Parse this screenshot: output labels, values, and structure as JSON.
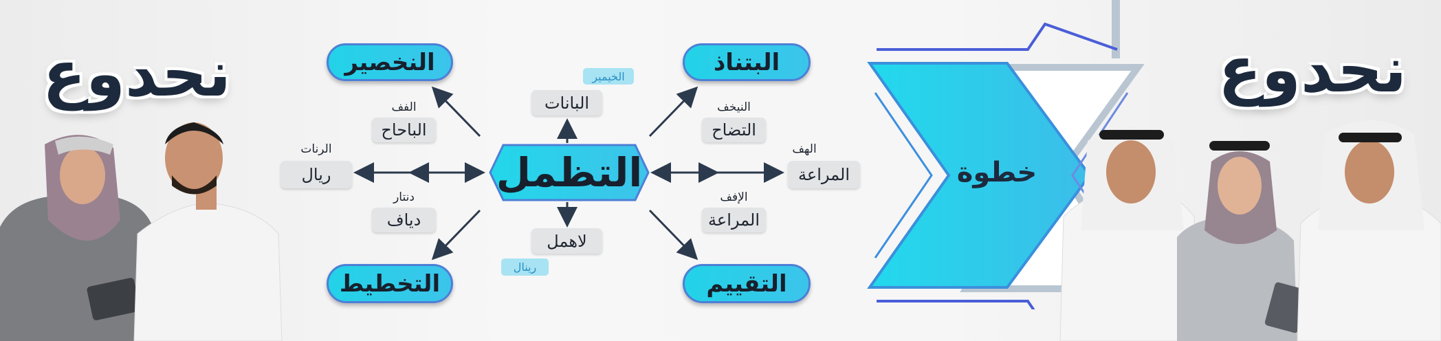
{
  "titles": {
    "left": "نحدوع",
    "right": "نحدوع"
  },
  "center": {
    "label": "التظمل"
  },
  "corner_pills": {
    "top_left": "النخصير",
    "top_right": "البتناذ",
    "bottom_left": "التخطيط",
    "bottom_right": "التقييم"
  },
  "nodes": {
    "top": {
      "box": "البانات",
      "tag": "الخيمير"
    },
    "bottom": {
      "box": "لاهمل",
      "tag": "رينال"
    },
    "upper_left": {
      "label": "الفف",
      "box": "الباحاح"
    },
    "left": {
      "label": "الرنات",
      "box": "ريال"
    },
    "lower_left": {
      "label": "دنتار",
      "box": "دياف"
    },
    "upper_right": {
      "label": "النيخف",
      "box": "التضاح"
    },
    "right": {
      "label": "الهف",
      "box": "المراعة"
    },
    "lower_right": {
      "label": "الإفف",
      "box": "المراعة"
    }
  },
  "step_logo": {
    "label": "خطوة"
  },
  "colors": {
    "accent": "#22d3e8",
    "accent_border": "#4d7fd6",
    "dark": "#1d2a3d",
    "box": "#e3e4e6",
    "tag": "#a7e3f3"
  }
}
